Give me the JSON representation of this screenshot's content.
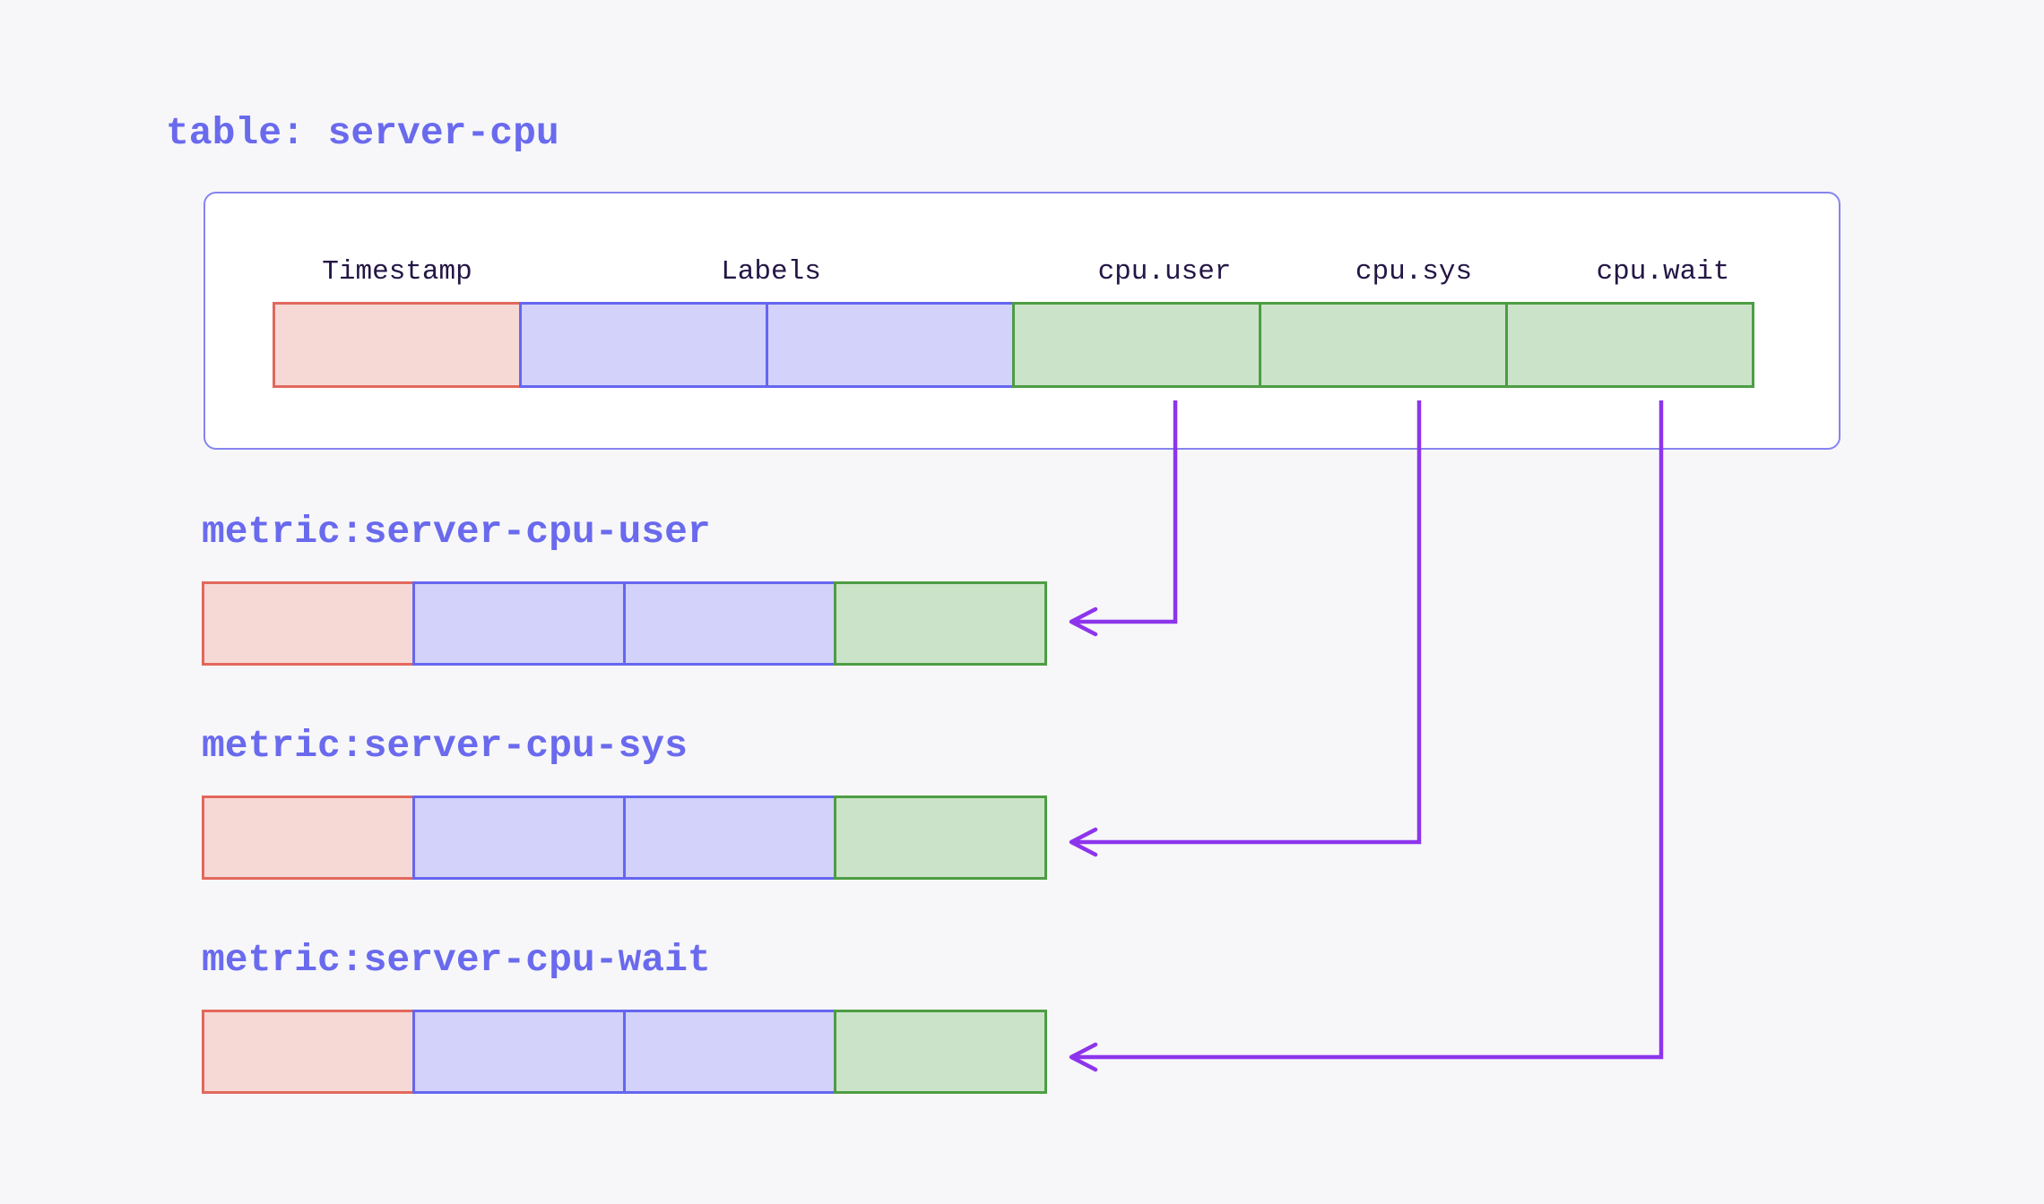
{
  "colors": {
    "background": "#f7f7f9",
    "panel": "#ffffff",
    "panel-border": "#8585f0",
    "accent-text": "#6a6aee",
    "header-text": "#241645",
    "timestamp-fill": "#f6d9d5",
    "timestamp-border": "#e2685c",
    "labels-fill": "#d2d2fa",
    "labels-border": "#6666f0",
    "value-fill": "#cbe3c8",
    "value-border": "#4d9d44",
    "arrow": "#8d35ec"
  },
  "table": {
    "title": "table: server-cpu",
    "headers": [
      {
        "label": "Timestamp"
      },
      {
        "label": "Labels"
      },
      {
        "label": "cpu.user"
      },
      {
        "label": "cpu.sys"
      },
      {
        "label": "cpu.wait"
      }
    ],
    "row_segments": [
      "timestamp",
      "labels",
      "labels",
      "value",
      "value",
      "value"
    ]
  },
  "metrics": [
    {
      "label": "metric:server-cpu-user",
      "from_column": "cpu.user",
      "row_segments": [
        "timestamp",
        "labels",
        "labels",
        "value"
      ]
    },
    {
      "label": "metric:server-cpu-sys",
      "from_column": "cpu.sys",
      "row_segments": [
        "timestamp",
        "labels",
        "labels",
        "value"
      ]
    },
    {
      "label": "metric:server-cpu-wait",
      "from_column": "cpu.wait",
      "row_segments": [
        "timestamp",
        "labels",
        "labels",
        "value"
      ]
    }
  ]
}
